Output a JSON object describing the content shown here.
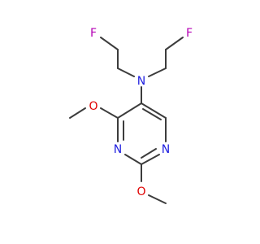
{
  "molecule": {
    "atoms": {
      "fluorine_left": {
        "symbol": "F",
        "color": "#b500b5"
      },
      "fluorine_right": {
        "symbol": "F",
        "color": "#b500b5"
      },
      "amine_nitrogen": {
        "symbol": "N",
        "color": "#2020e0"
      },
      "oxygen_upper": {
        "symbol": "O",
        "color": "#e00000"
      },
      "oxygen_lower": {
        "symbol": "O",
        "color": "#e00000"
      },
      "ring_nitrogen_left": {
        "symbol": "N",
        "color": "#2020e0"
      },
      "ring_nitrogen_right": {
        "symbol": "N",
        "color": "#2020e0"
      }
    },
    "bond_color": "#3c3c3c"
  }
}
